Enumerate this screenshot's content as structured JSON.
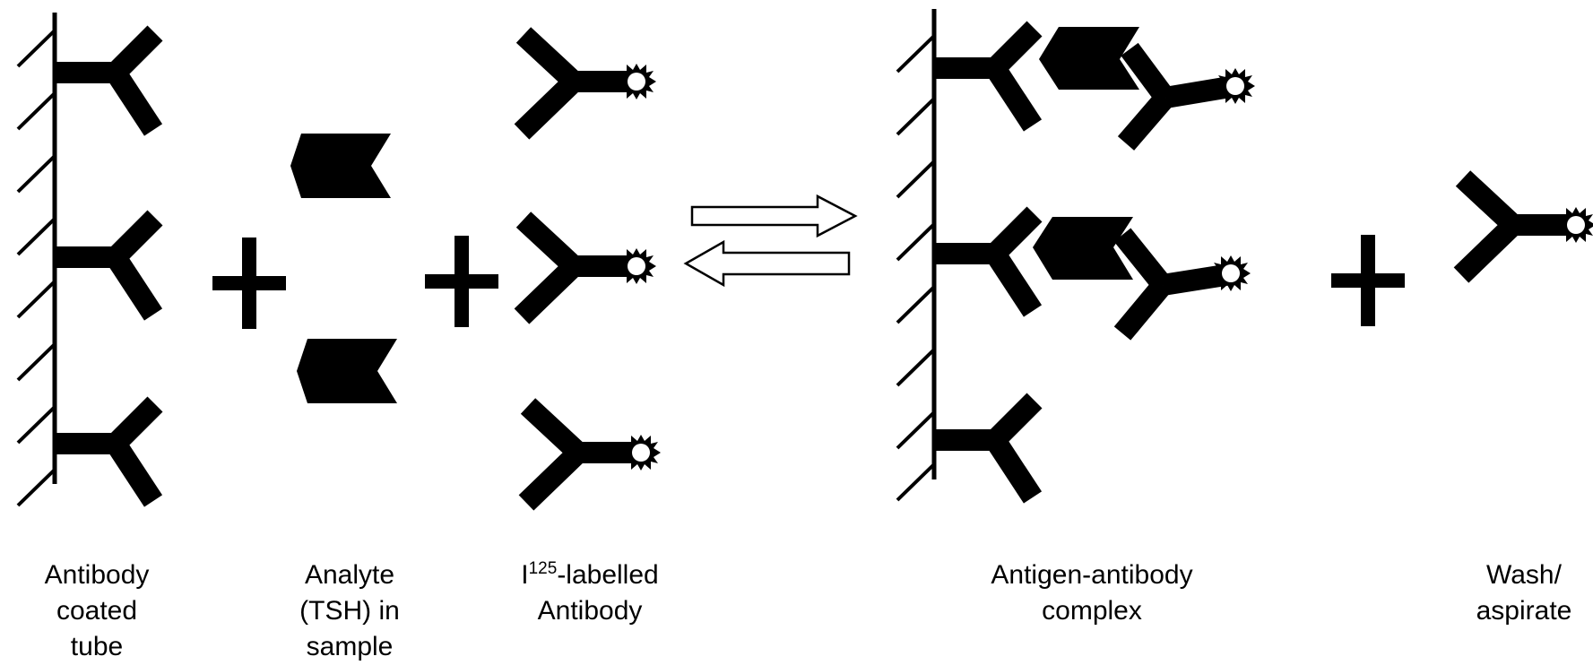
{
  "labels": {
    "antibody_coated_tube": [
      "Antibody",
      "coated",
      "tube"
    ],
    "analyte": [
      "Analyte",
      "(TSH) in",
      "sample"
    ],
    "labelled_antibody": {
      "prefix": "I",
      "isotope": "125",
      "suffix": "-labelled",
      "line2": "Antibody"
    },
    "complex": [
      "Antigen-antibody",
      "complex"
    ],
    "wash": [
      "Wash/",
      "aspirate"
    ]
  },
  "colors": {
    "ink": "#000000",
    "background": "#ffffff"
  }
}
